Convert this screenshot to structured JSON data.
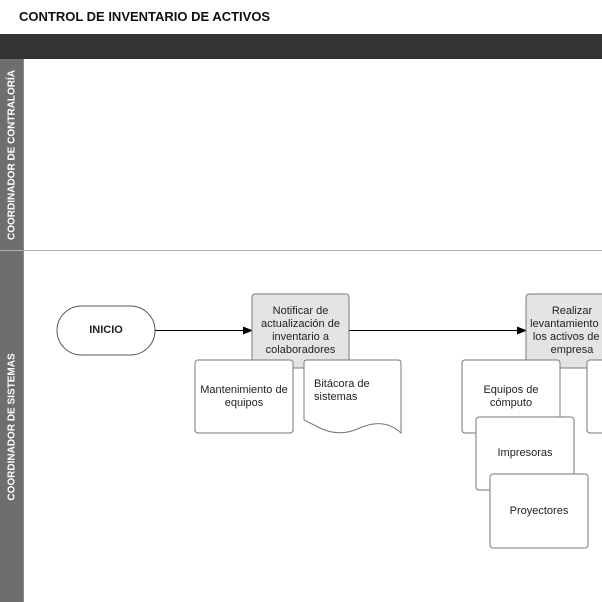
{
  "title": "CONTROL DE INVENTARIO DE ACTIVOS",
  "lanes": [
    {
      "label": "COORDINADOR DE CONTRALORÍA"
    },
    {
      "label": "COORDINADOR DE SISTEMAS"
    }
  ],
  "nodes": {
    "inicio": "INICIO",
    "notificar": "Notificar de actualización de inventario a colaboradores",
    "realizar": "Realizar levantamiento de los activos de la empresa",
    "mantenimiento": "Mantenimiento de equipos",
    "bitacora": "Bitácora de sistemas",
    "equipos": "Equipos de cómputo",
    "impresoras": "Impresoras",
    "proyectores": "Proyectores"
  },
  "colors": {
    "topbar": "#333333",
    "lane_header": "#6e6e6e",
    "process_fill": "#e4e4e4",
    "stroke": "#555555"
  }
}
